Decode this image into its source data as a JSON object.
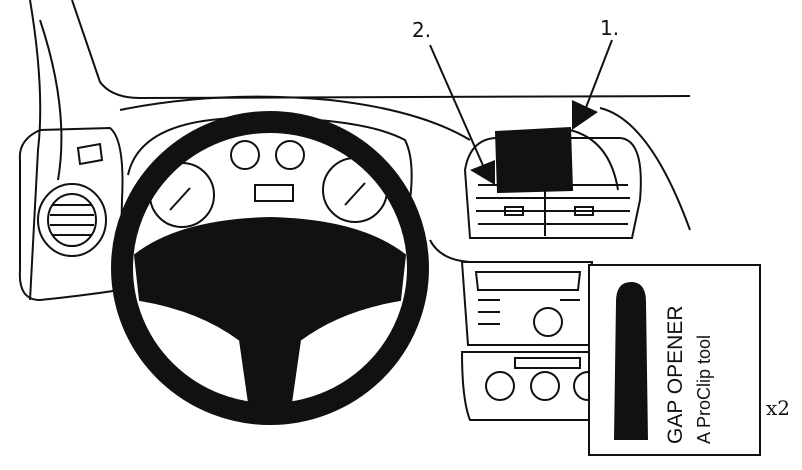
{
  "callouts": {
    "one": "1.",
    "two": "2."
  },
  "tool": {
    "title": "GAP OPENER",
    "subtitle": "A ProClip tool",
    "quantity": "x2"
  },
  "colors": {
    "ink": "#111111",
    "background": "#ffffff"
  }
}
